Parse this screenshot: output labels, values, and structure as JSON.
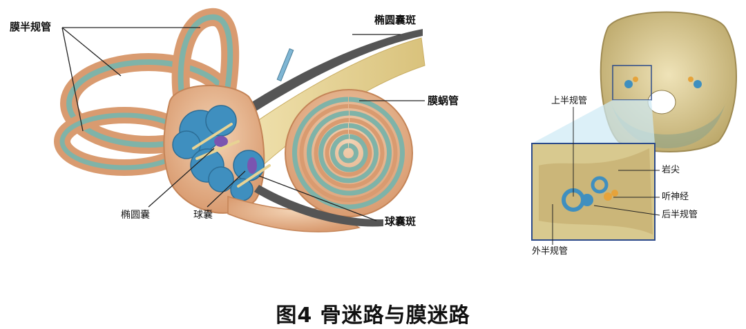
{
  "left_figure": {
    "labels": {
      "semicircular_ducts": "膜半规管",
      "utricular_macula": "椭圆囊斑",
      "cochlear_duct": "膜蜗管",
      "utricle": "椭圆囊",
      "saccule": "球囊",
      "saccular_macula": "球囊斑"
    }
  },
  "right_figure": {
    "labels": {
      "superior_canal": "上半规管",
      "petrous_apex": "岩尖",
      "auditory_nerve": "听神经",
      "posterior_canal": "后半规管",
      "lateral_canal": "外半规管"
    }
  },
  "caption": "图4  骨迷路与膜迷路",
  "colors": {
    "bony_labyrinth": "#e8b48c",
    "membranous_duct": "#7fb3a8",
    "vestibule_blue": "#3f8fbf",
    "nerve_yellow": "#e9d79a",
    "skull_bone": "#d8c98f"
  }
}
